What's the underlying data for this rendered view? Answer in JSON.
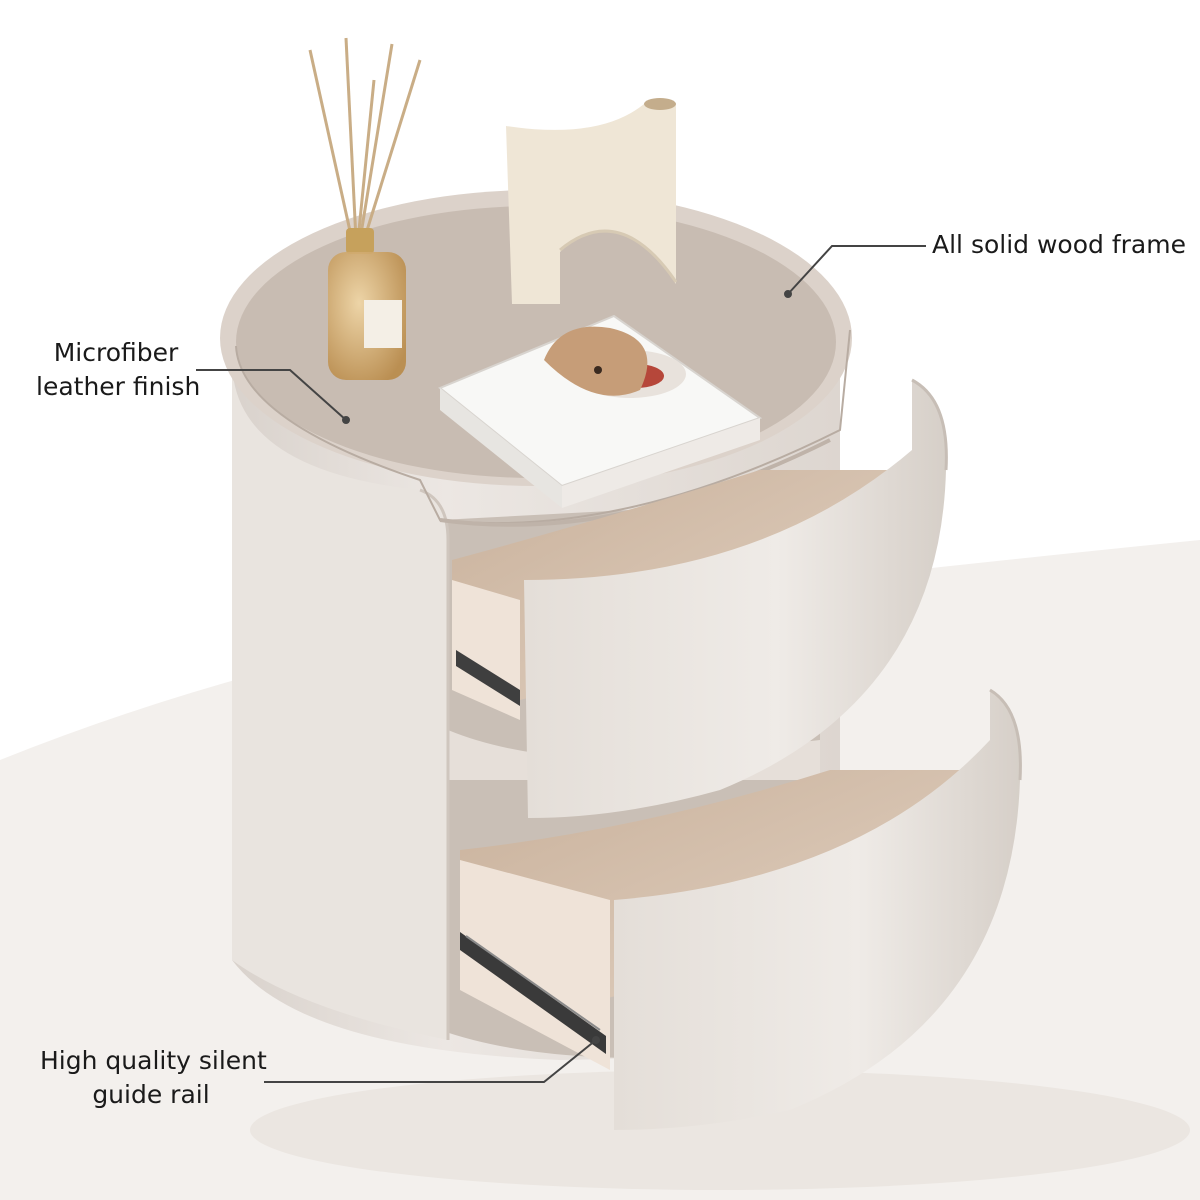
{
  "callouts": {
    "frame": {
      "line1": "All solid wood frame"
    },
    "microfiber": {
      "line1": "Microfiber",
      "line2": "leather finish"
    },
    "rail": {
      "line1": "High quality silent",
      "line2": "guide rail"
    }
  },
  "product_image": {
    "alt": "",
    "objects": [
      "round-nightstand",
      "reed-diffuser-icon",
      "sculpture-vase-icon",
      "book-icon",
      "bowl-icon",
      "drawer-top",
      "drawer-bottom",
      "guide-rail"
    ]
  },
  "colors": {
    "body": "#e7e1dc",
    "top": "#d2c7bf",
    "wood": "#d8c2ad",
    "line": "#444444",
    "floor": "#f1eeeb"
  }
}
